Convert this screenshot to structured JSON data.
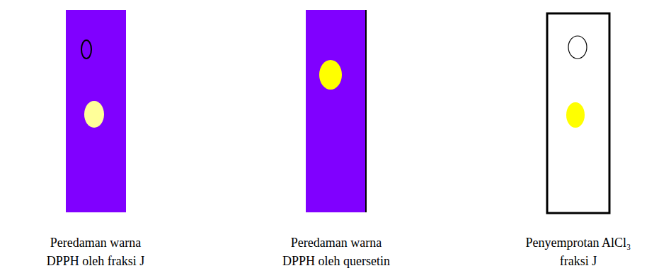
{
  "diagram": {
    "nodes": [
      {
        "text": [
          "Peredaman warna DPPH oleh fraksi J"
        ]
      },
      {
        "text": [
          "Peredaman warna DPPH oleh quersetin"
        ]
      },
      {
        "text": [
          "Penyemprotan AlCl₃ fraksi J"
        ]
      }
    ]
  }
}
